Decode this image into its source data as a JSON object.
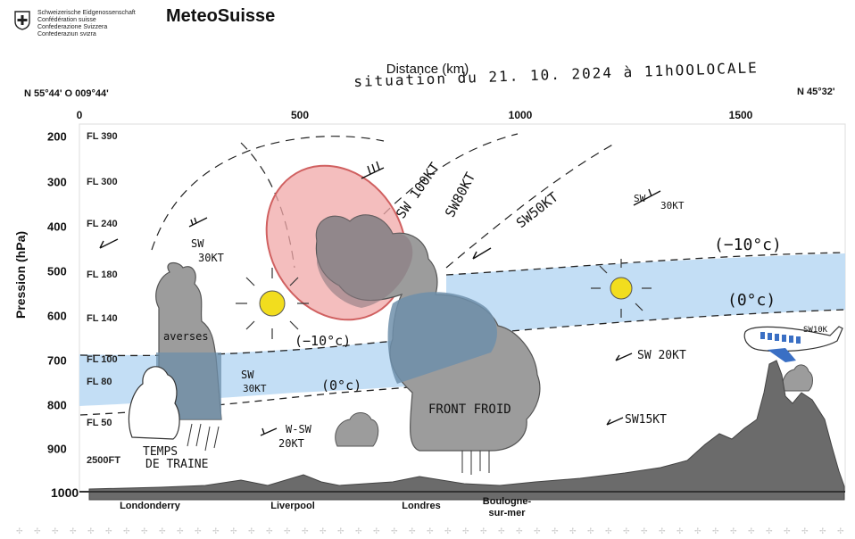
{
  "header": {
    "org_lines": [
      "Schweizerische Eidgenossenschaft",
      "Confédération suisse",
      "Confederazione Svizzera",
      "Confederaziun svizra"
    ],
    "brand": "MeteoSuisse"
  },
  "diagram": {
    "x_title": "Distance (km)",
    "situation": "situation du 21. 10. 2024 à 11hOOLOCALE",
    "coord_left": "N 55°44' O 009°44'",
    "coord_right": "N 45°32'",
    "x_ticks": [
      "0",
      "500",
      "1000",
      "1500"
    ],
    "y_label": "Pression (hPa)",
    "y_ticks": [
      "200",
      "300",
      "400",
      "500",
      "600",
      "700",
      "800",
      "900",
      "1000"
    ],
    "flight_levels": [
      "FL 390",
      "FL 300",
      "FL 240",
      "FL 180",
      "FL 140",
      "FL 100",
      "FL 80",
      "FL 50",
      "2500FT"
    ],
    "annotations": {
      "sw30_left_a": "SW",
      "sw30_left_b": "30KT",
      "averses": "averses",
      "temps_a": "TEMPS",
      "temps_b": "DE TRAINE",
      "minus10_left": "(−10°c)",
      "zero_left": "(0°c)",
      "sw30_mid_a": "SW",
      "sw30_mid_b": "30KT",
      "wsw_a": "W-SW",
      "wsw_b": "20KT",
      "sw100": "SW 100KT",
      "sw80": "SW80KT",
      "sw50": "SW50KT",
      "front_froid": "FRONT FROID",
      "sw30_right_a": "SW",
      "sw30_right_b": "30KT",
      "minus10_right": "(−10°c)",
      "zero_right": "(0°c)",
      "sw20": "SW 20KT",
      "sw15": "SW15KT",
      "plane": "SW10K"
    },
    "cities": {
      "londonderry": "Londonderry",
      "liverpool": "Liverpool",
      "londres": "Londres",
      "boulogne_a": "Boulogne-",
      "boulogne_b": "sur-mer"
    }
  },
  "colors": {
    "freezing_band": "#c3def5",
    "jet_zone": "#f0a8a8",
    "cloud": "#9c9c9c",
    "iced_cloud": "#6e8faa",
    "sun": "#f2dd1e",
    "terrain": "#6b6b6b"
  }
}
